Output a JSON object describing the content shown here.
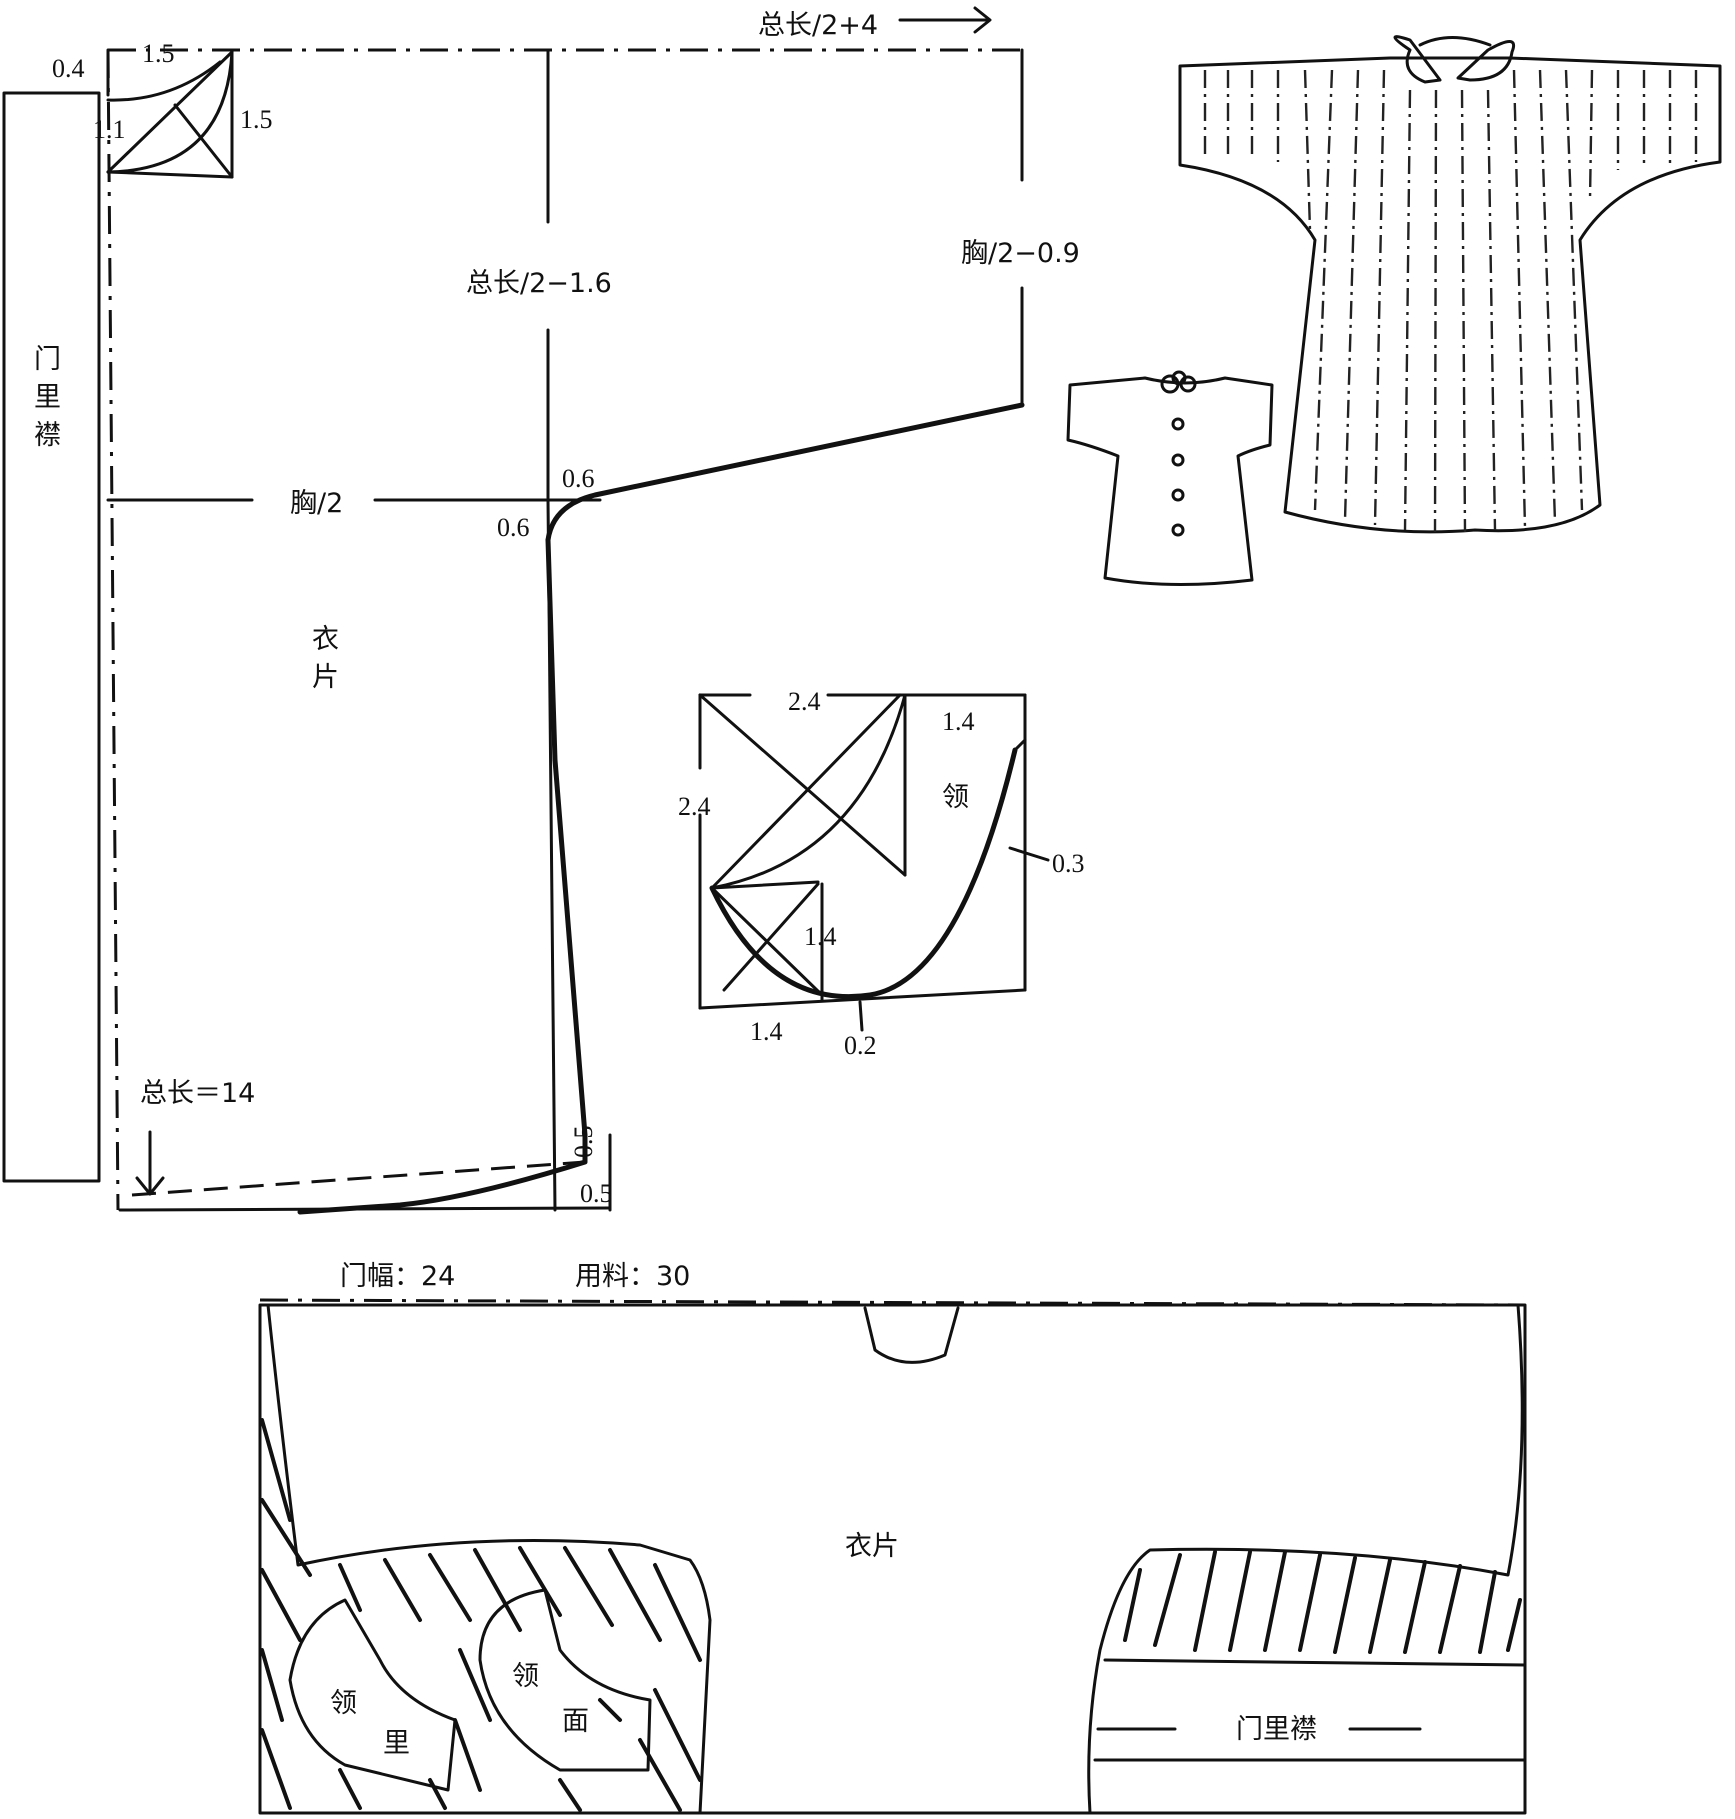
{
  "main_pattern": {
    "labels": {
      "top_total": "总长/2+4",
      "shoulder_width": "1.5",
      "neck_offset": "0.4",
      "neck_depth_left": "1.1",
      "neck_depth_right": "1.5",
      "center_height": "总长/2−1.6",
      "sleeve_height": "胸/2−0.9",
      "chest": "胸/2",
      "armpit_h": "0.6",
      "armpit_v": "0.6",
      "body_piece_line1": "衣",
      "body_piece_line2": "片",
      "facing_line1": "门",
      "facing_line2": "里",
      "facing_line3": "襟",
      "total_length": "总长＝14",
      "hem_side": "0.5",
      "hem_bottom": "0.5"
    }
  },
  "collar_diagram": {
    "labels": {
      "top_width": "2.4",
      "left_height": "2.4",
      "top_right": "1.4",
      "collar": "领",
      "offset_right": "0.3",
      "inner_height": "1.4",
      "bottom_width": "1.4",
      "offset_bottom": "0.2"
    }
  },
  "layout_plan": {
    "labels": {
      "fabric_width": "门幅：24",
      "fabric_usage": "用料：30",
      "body_piece": "衣片",
      "collar_lining_1": "领",
      "collar_lining_2": "里",
      "collar_face_1": "领",
      "collar_face_2": "面",
      "facing": "门里襟"
    }
  },
  "icons": {
    "arrow_right": "arrow-right-icon",
    "arrow_down": "arrow-down-icon"
  }
}
